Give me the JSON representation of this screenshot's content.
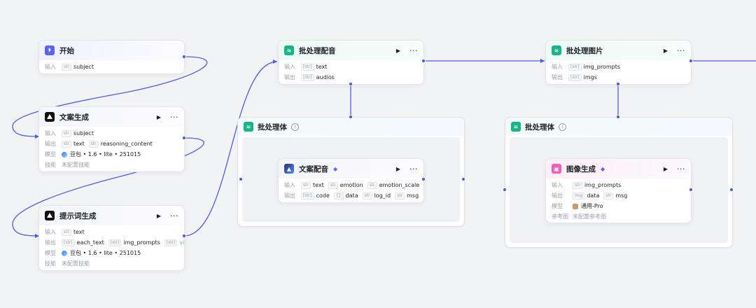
{
  "nodes": {
    "start": {
      "title": "开始",
      "input_label": "输入",
      "inputs": [
        {
          "type": "str",
          "name": "subject"
        }
      ]
    },
    "copy_gen": {
      "title": "文案生成",
      "input_label": "输入",
      "output_label": "输出",
      "model_label": "模型",
      "skill_label": "技能",
      "inputs": [
        {
          "type": "str",
          "name": "subject"
        }
      ],
      "outputs": [
        {
          "type": "str",
          "name": "text"
        },
        {
          "type": "str",
          "name": "reasoning_content"
        }
      ],
      "model": "豆包 • 1.6 • lite • 251015",
      "skill": "未配置技能"
    },
    "prompt_gen": {
      "title": "提示词生成",
      "input_label": "输入",
      "output_label": "输出",
      "model_label": "模型",
      "skill_label": "技能",
      "inputs": [
        {
          "type": "str",
          "name": "text"
        }
      ],
      "outputs": [
        {
          "type": "[str]",
          "name": "each_text"
        },
        {
          "type": "[str]",
          "name": "img_prompts"
        },
        {
          "type": "[str]",
          "name": "video"
        }
      ],
      "model": "豆包 • 1.6 • lite • 251015",
      "skill": "未配置技能"
    },
    "batch_voice": {
      "title": "批处理配音",
      "input_label": "输入",
      "output_label": "输出",
      "inputs": [
        {
          "type": "[str]",
          "name": "text"
        }
      ],
      "outputs": [
        {
          "type": "[str]",
          "name": "audios"
        }
      ]
    },
    "batch_body_1": {
      "title": "批处理体"
    },
    "voice": {
      "title": "文案配音",
      "input_label": "输入",
      "output_label": "输出",
      "inputs": [
        {
          "type": "str",
          "name": "text"
        },
        {
          "type": "str",
          "name": "emotion"
        },
        {
          "type": "str",
          "name": "emotion_scale"
        }
      ],
      "outputs": [
        {
          "type": "[str]",
          "name": "code"
        },
        {
          "type": "{}",
          "name": "data"
        },
        {
          "type": "str",
          "name": "log_id"
        },
        {
          "type": "str",
          "name": "msg"
        }
      ]
    },
    "batch_image": {
      "title": "批处理图片",
      "input_label": "输入",
      "output_label": "输出",
      "inputs": [
        {
          "type": "[str]",
          "name": "img_prompts"
        }
      ],
      "outputs": [
        {
          "type": "[str]",
          "name": "imgs"
        }
      ]
    },
    "batch_body_2": {
      "title": "批处理体"
    },
    "image_gen": {
      "title": "图像生成",
      "input_label": "输入",
      "output_label": "输出",
      "model_label": "模型",
      "ref_label": "参考图",
      "inputs": [
        {
          "type": "str",
          "name": "img_prompts"
        }
      ],
      "outputs": [
        {
          "type": "img",
          "name": "data"
        },
        {
          "type": "str",
          "name": "msg"
        }
      ],
      "model": "通用-Pro",
      "ref": "未配置参考图"
    }
  },
  "colors": {
    "edge": "#4e5be8",
    "canvas": "#f2f3f5"
  }
}
